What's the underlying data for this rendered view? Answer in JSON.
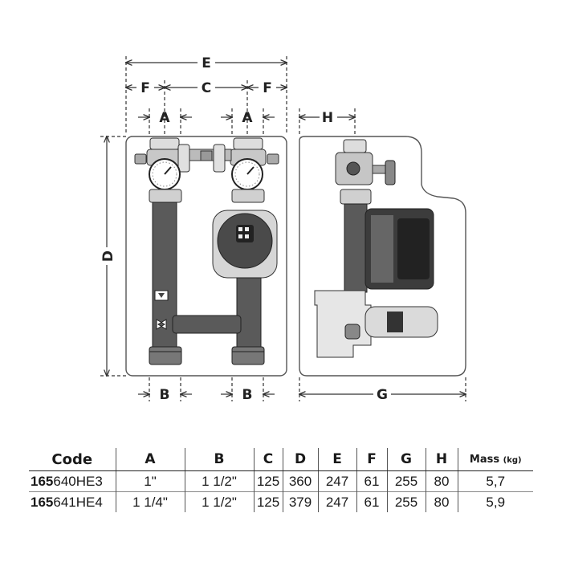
{
  "drawing": {
    "dimension_labels": {
      "E": "E",
      "F_left": "F",
      "C": "C",
      "F_right": "F",
      "A_left": "A",
      "A_right": "A",
      "D": "D",
      "B_left": "B",
      "B_right": "B",
      "H": "H",
      "G": "G"
    }
  },
  "table": {
    "headers": {
      "code": "Code",
      "A": "A",
      "B": "B",
      "C": "C",
      "D": "D",
      "E": "E",
      "F": "F",
      "G": "G",
      "H": "H",
      "mass": "Mass",
      "mass_unit": "(kg)"
    },
    "rows": [
      {
        "code_prefix": "165",
        "code_suffix": "640HE3",
        "A": "1\"",
        "B": "1 1/2\"",
        "C": "125",
        "D": "360",
        "E": "247",
        "F": "61",
        "G": "255",
        "H": "80",
        "mass": "5,7"
      },
      {
        "code_prefix": "165",
        "code_suffix": "641HE4",
        "A": "1 1/4\"",
        "B": "1 1/2\"",
        "C": "125",
        "D": "379",
        "E": "247",
        "F": "61",
        "G": "255",
        "H": "80",
        "mass": "5,9"
      }
    ]
  }
}
